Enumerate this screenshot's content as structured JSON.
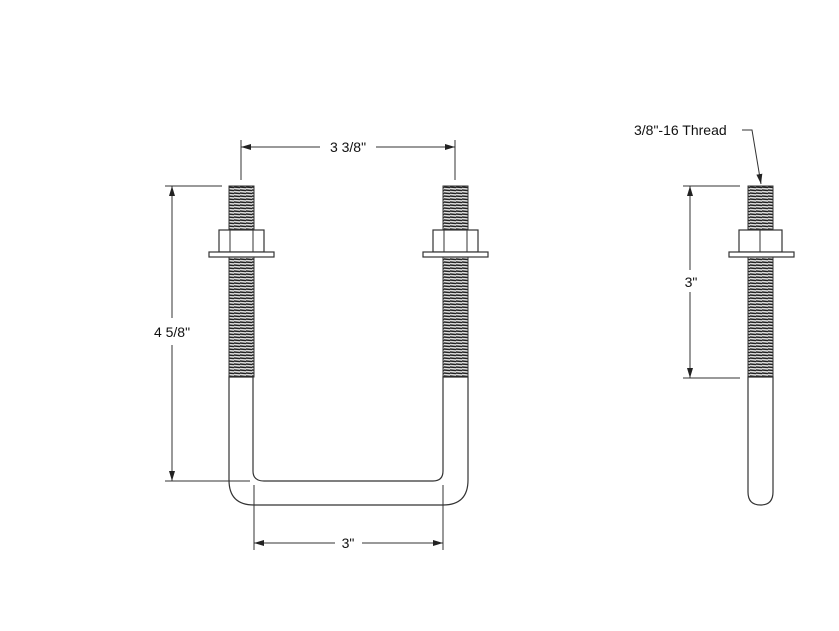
{
  "drawing": {
    "front_view": {
      "width_label": "3 3/8\"",
      "height_label": "4 5/8\"",
      "inside_width_label": "3\""
    },
    "side_view": {
      "thread_length_label": "3\"",
      "thread_callout": "3/8\"-16 Thread"
    },
    "colors": {
      "line": "#333333",
      "background": "#ffffff"
    }
  }
}
